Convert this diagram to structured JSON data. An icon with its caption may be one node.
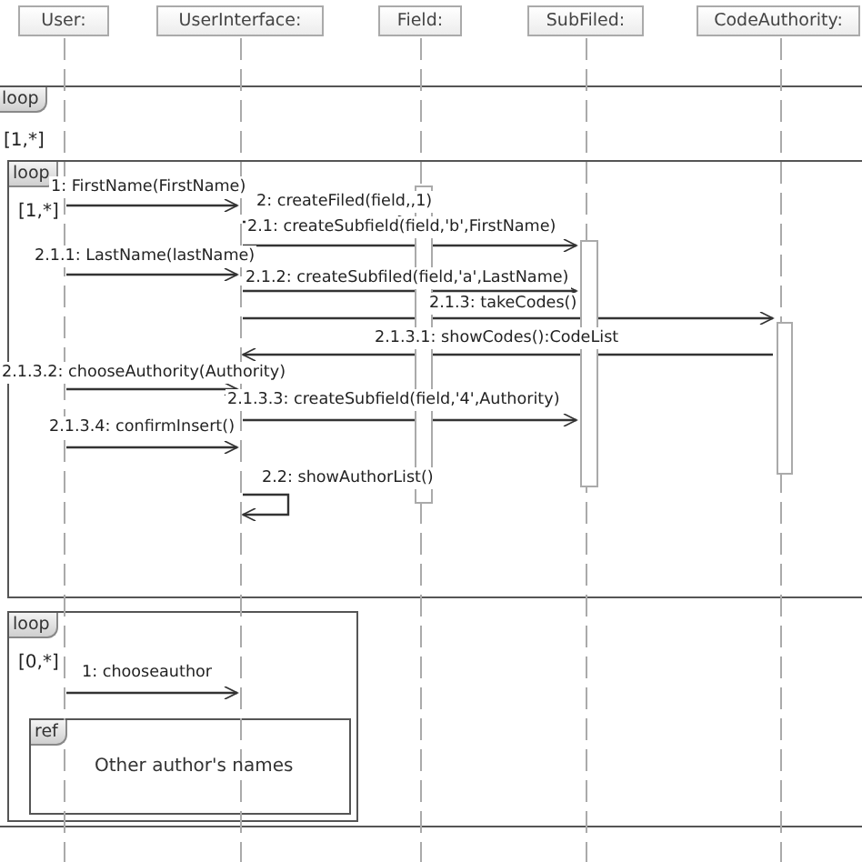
{
  "diagram": {
    "nodes": [
      {
        "text": [
          "User:"
        ]
      },
      {
        "text": [
          "UserInterface:"
        ]
      },
      {
        "text": [
          "Field:"
        ]
      },
      {
        "text": [
          "SubFiled:"
        ]
      },
      {
        "text": [
          "CodeAuthority:"
        ]
      },
      {
        "text": [],
        "shape": "line"
      },
      {
        "text": [],
        "shape": "line"
      },
      {
        "text": [],
        "shape": "line"
      },
      {
        "text": [],
        "shape": "line"
      },
      {
        "text": [],
        "shape": "line"
      },
      {
        "text": [
          "loop",
          "[1,*]"
        ]
      },
      {
        "text": [
          "loop",
          "[1,*]"
        ],
        "in": 10
      },
      {
        "text": [],
        "shape": "bar",
        "in": 11
      },
      {
        "text": [],
        "shape": "bar",
        "in": 11
      },
      {
        "text": [],
        "shape": "bar",
        "in": 11
      },
      {
        "text": [
          "loop",
          "[0,*]"
        ],
        "in": 10
      },
      {
        "text": [
          "ref",
          "Other author's names"
        ],
        "in": 15
      }
    ],
    "edges": [
      {
        "from": 5,
        "to": 6,
        "arrow": "to",
        "label": "1: FirstName(FirstName)"
      },
      {
        "from": 6,
        "to": 12,
        "arrow": "to",
        "label": "2: createFiled(field,,1)"
      },
      {
        "from": 6,
        "to": 13,
        "arrow": "to",
        "label": "2.1: createSubfield(field,'b',FirstName)"
      },
      {
        "from": 5,
        "to": 6,
        "arrow": "to",
        "label": "2.1.1: LastName(lastName)"
      },
      {
        "from": 6,
        "to": 13,
        "arrow": "to",
        "label": "2.1.2: createSubfiled(field,'a',LastName)"
      },
      {
        "from": 6,
        "to": 14,
        "arrow": "to",
        "label": "2.1.3: takeCodes()"
      },
      {
        "from": 14,
        "to": 6,
        "arrow": "to",
        "label": "2.1.3.1: showCodes():CodeList"
      },
      {
        "from": 5,
        "to": 6,
        "arrow": "to",
        "label": "2.1.3.2: chooseAuthority(Authority)"
      },
      {
        "from": 6,
        "to": 13,
        "arrow": "to",
        "label": "2.1.3.3: createSubfield(field,'4',Authority)"
      },
      {
        "from": 5,
        "to": 6,
        "arrow": "to",
        "label": "2.1.3.4: confirmInsert()"
      },
      {
        "from": 6,
        "to": 6,
        "arrow": "to",
        "label": "2.2: showAuthorList()"
      },
      {
        "from": 5,
        "to": 6,
        "arrow": "to",
        "label": "1: chooseauthor"
      }
    ]
  }
}
